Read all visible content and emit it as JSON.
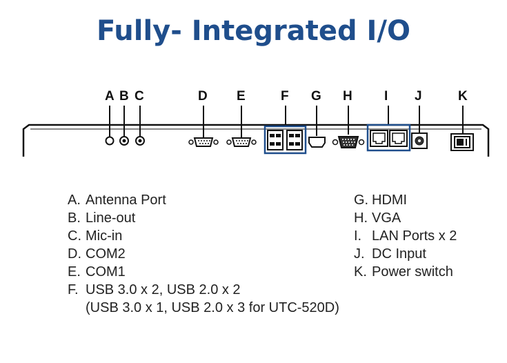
{
  "title": "Fully- Integrated I/O",
  "colors": {
    "title": "#1f4e8c",
    "highlight": "#1f4e8c",
    "line": "#111111"
  },
  "callouts": [
    "A",
    "B",
    "C",
    "D",
    "E",
    "F",
    "G",
    "H",
    "I",
    "J",
    "K"
  ],
  "legend_left": [
    {
      "key": "A.",
      "label": "Antenna Port"
    },
    {
      "key": "B.",
      "label": "Line-out"
    },
    {
      "key": "C.",
      "label": "Mic-in"
    },
    {
      "key": "D.",
      "label": "COM2"
    },
    {
      "key": "E.",
      "label": "COM1"
    },
    {
      "key": "F.",
      "label": "USB 3.0 x 2, USB 2.0 x 2"
    }
  ],
  "legend_left_note": "(USB 3.0 x 1, USB 2.0 x 3 for UTC-520D)",
  "legend_right": [
    {
      "key": "G.",
      "label": "HDMI"
    },
    {
      "key": "H.",
      "label": "VGA"
    },
    {
      "key": "I.",
      "label": "LAN Ports x 2"
    },
    {
      "key": "J.",
      "label": "DC Input"
    },
    {
      "key": "K.",
      "label": "Power switch"
    }
  ]
}
